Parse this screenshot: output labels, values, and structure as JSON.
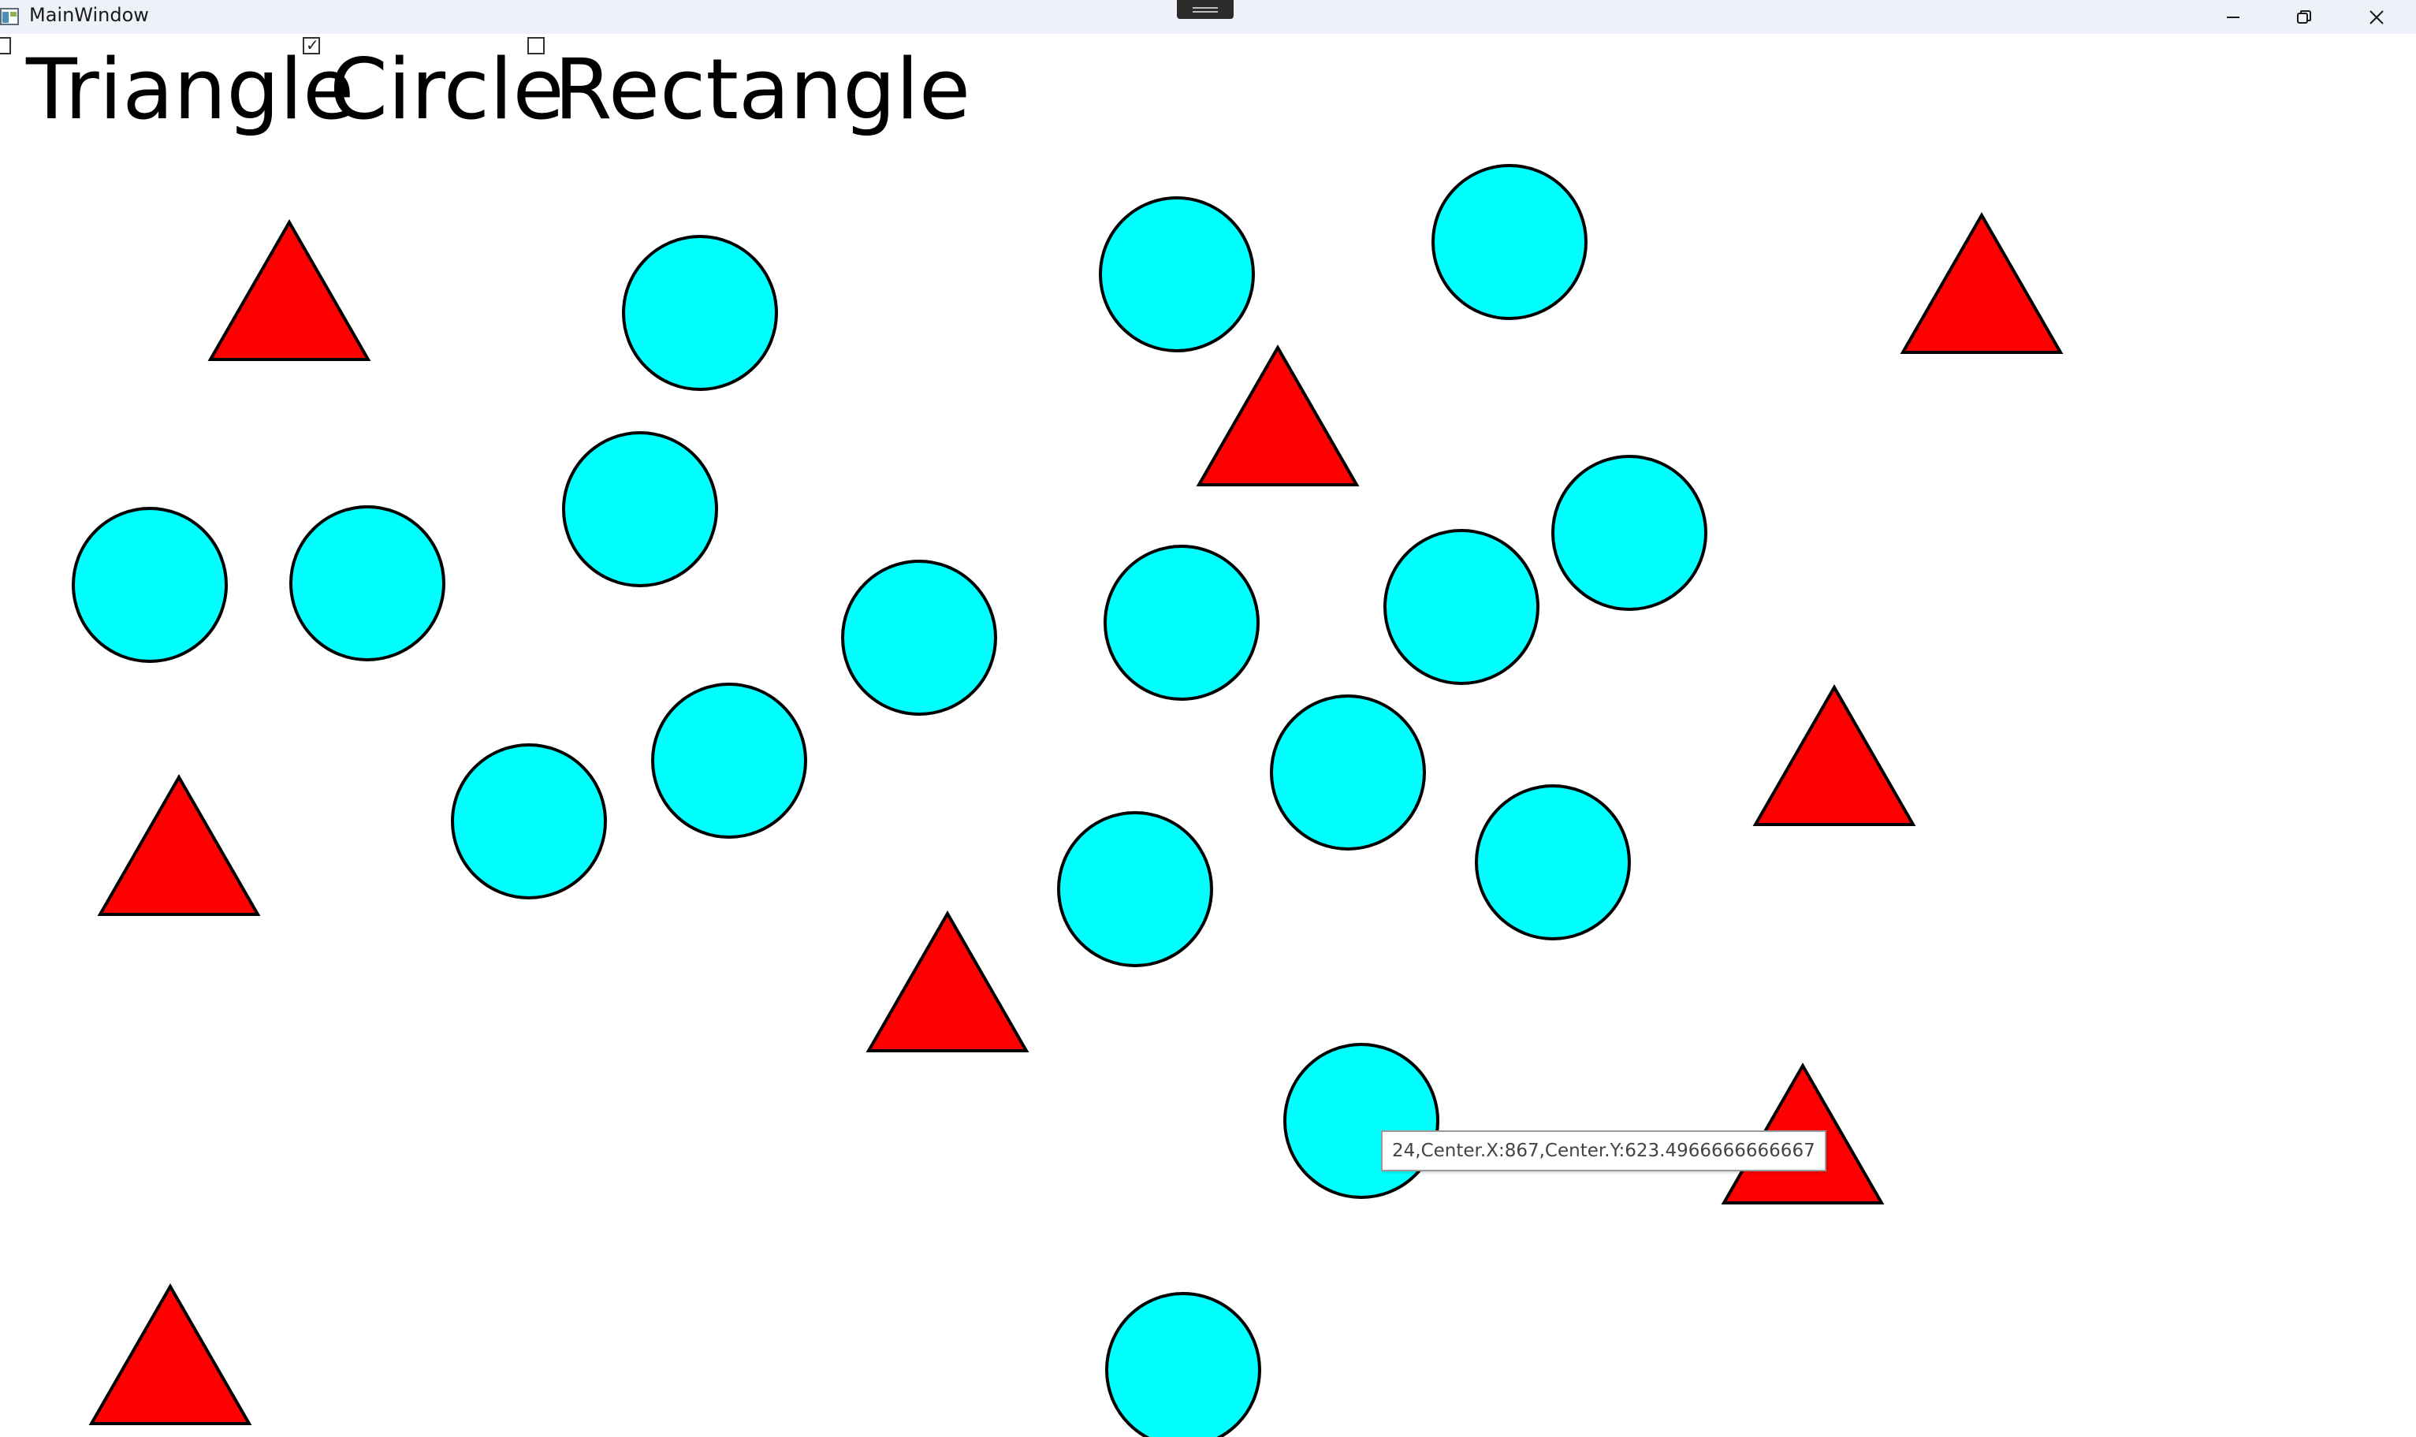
{
  "window": {
    "title": "MainWindow"
  },
  "filters": [
    {
      "label": "Triangle",
      "checked": false
    },
    {
      "label": "Circle",
      "checked": true
    },
    {
      "label": "Rectangle",
      "checked": false
    }
  ],
  "icons": {
    "minimize": "minimize-icon",
    "restore": "restore-icon",
    "close": "close-icon",
    "check": "checkmark-icon"
  },
  "colors": {
    "circle_fill": "#00ffff",
    "triangle_fill": "#ff0000",
    "stroke": "#000000"
  },
  "tooltip": {
    "text": "24,Center.X:867,Center.Y:623.4966666666667"
  }
}
